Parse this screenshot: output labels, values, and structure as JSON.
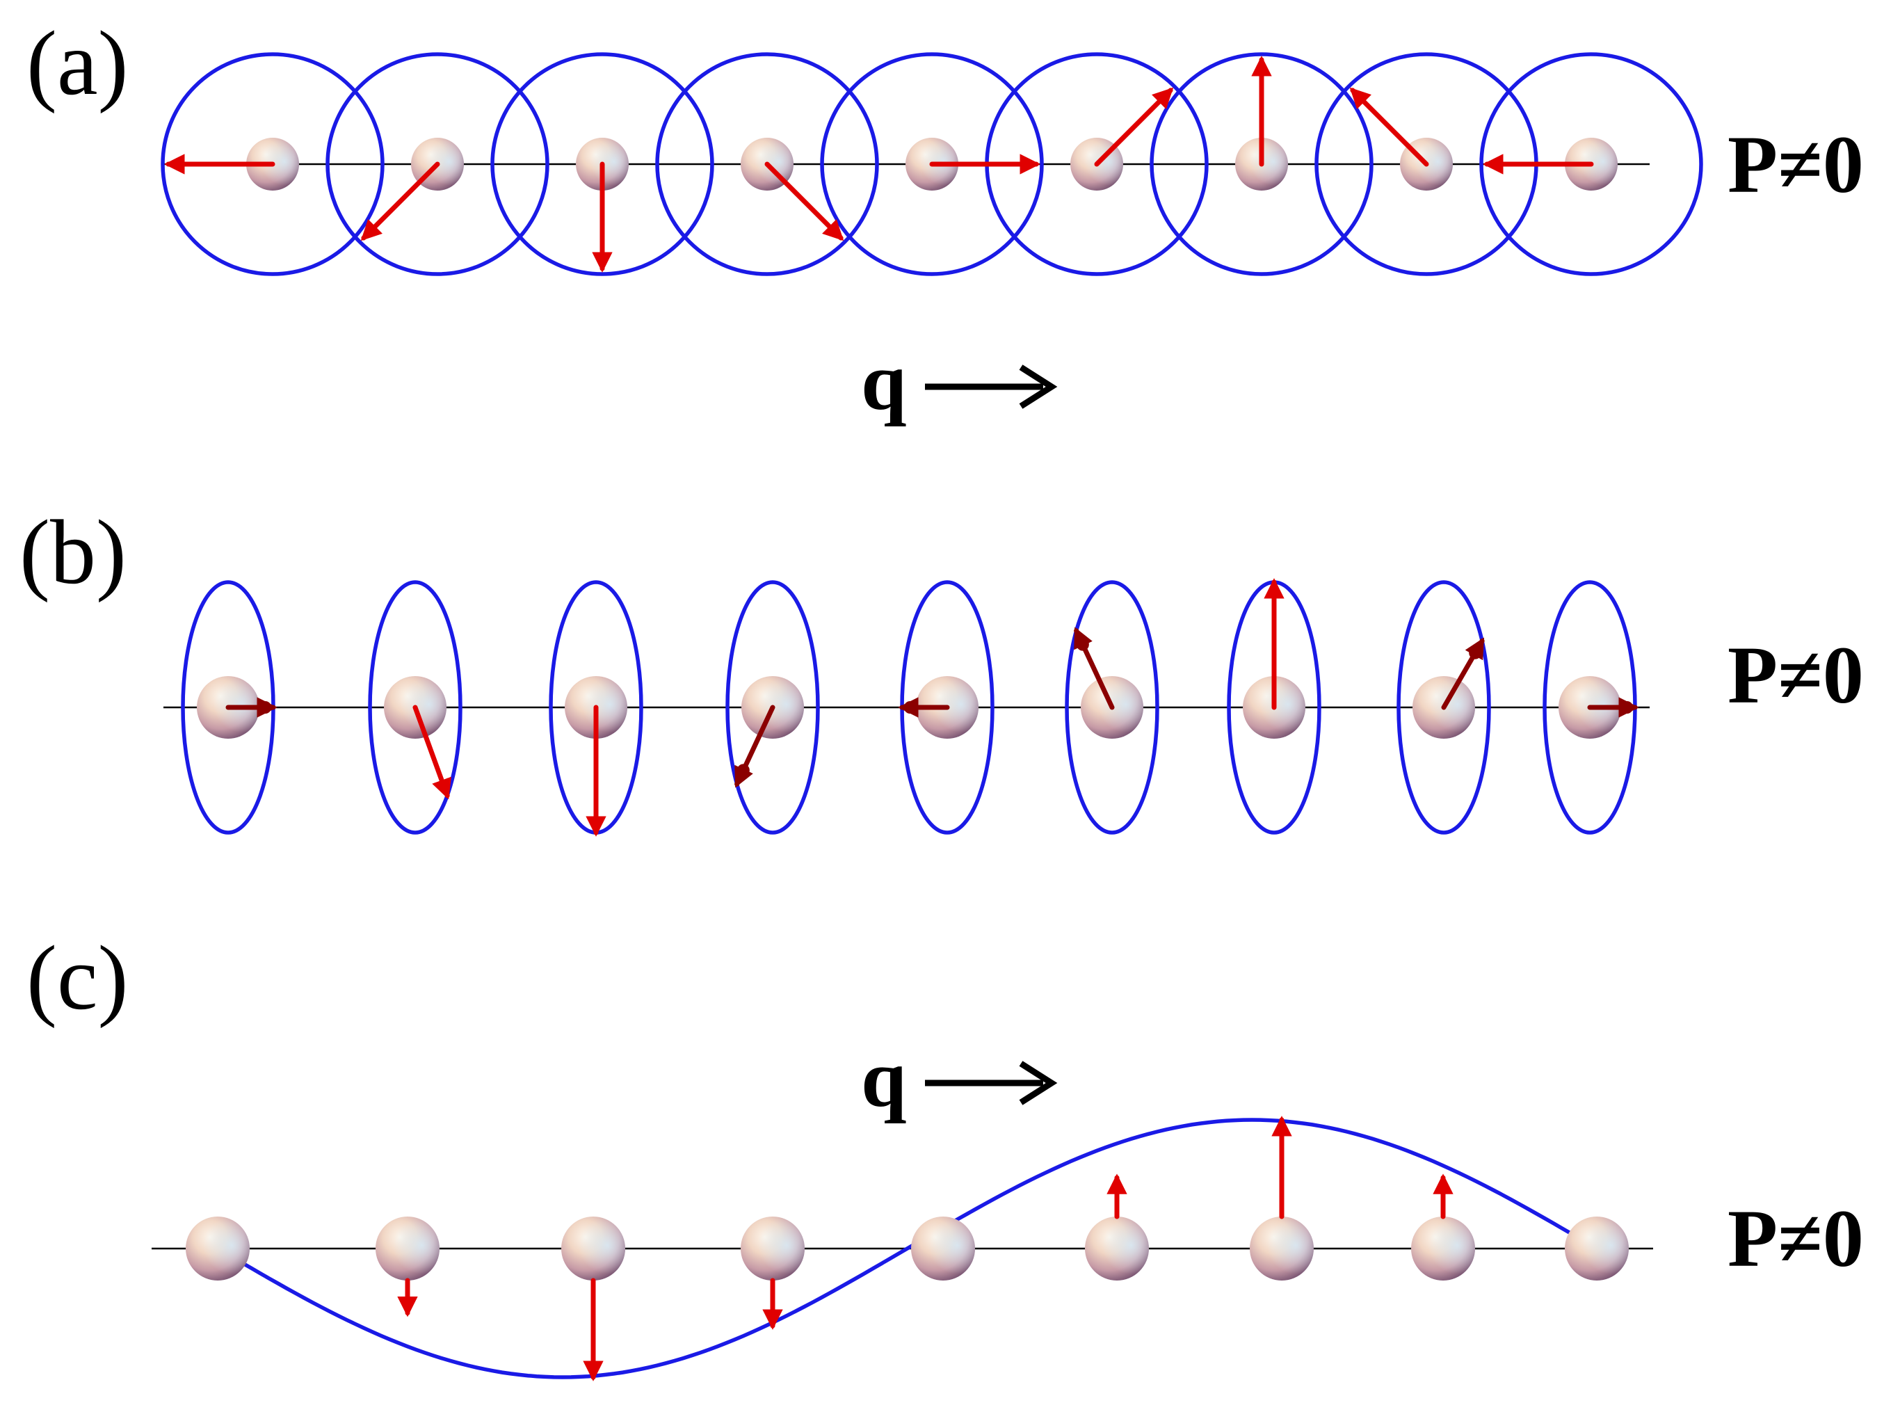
{
  "panels": [
    {
      "label": "(a)",
      "annotation": "P≠0",
      "kind": "circles",
      "spin_angles_deg": [
        180,
        225,
        270,
        315,
        0,
        45,
        90,
        135,
        180
      ]
    },
    {
      "label": "(b)",
      "annotation": "P≠0",
      "kind": "ellipses",
      "spin_angles_deg": [
        0,
        290,
        270,
        245,
        180,
        115,
        90,
        60,
        0
      ]
    },
    {
      "label": "(c)",
      "annotation": "P≠0",
      "kind": "sine",
      "spin_amplitudes": [
        0,
        -0.5,
        -1,
        -0.6,
        0,
        0.55,
        1,
        0.55,
        0
      ]
    }
  ],
  "wavevector": {
    "symbol": "q",
    "arrow": "⟶"
  },
  "colors": {
    "arrow": "#e00000",
    "arrow_dark": "#8b0000",
    "envelope": "#1a1ae6",
    "chain": "#000000"
  }
}
